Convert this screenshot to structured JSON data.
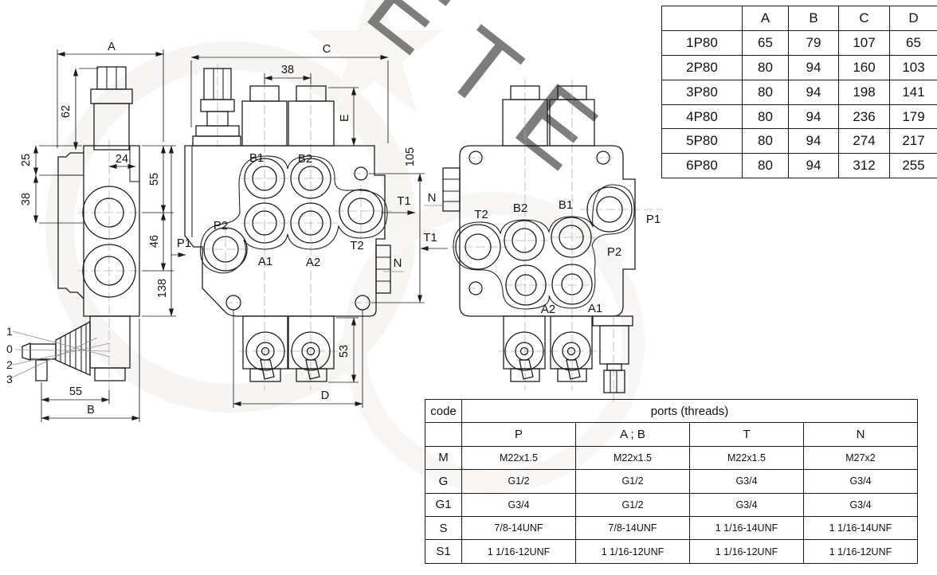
{
  "watermark": {
    "text": "ETE"
  },
  "size_table": {
    "col_headers": [
      "A",
      "B",
      "C",
      "D"
    ],
    "rows": [
      {
        "model": "1P80",
        "a": "65",
        "b": "79",
        "c": "107",
        "d": "65"
      },
      {
        "model": "2P80",
        "a": "80",
        "b": "94",
        "c": "160",
        "d": "103"
      },
      {
        "model": "3P80",
        "a": "80",
        "b": "94",
        "c": "198",
        "d": "141"
      },
      {
        "model": "4P80",
        "a": "80",
        "b": "94",
        "c": "236",
        "d": "179"
      },
      {
        "model": "5P80",
        "a": "80",
        "b": "94",
        "c": "274",
        "d": "217"
      },
      {
        "model": "6P80",
        "a": "80",
        "b": "94",
        "c": "312",
        "d": "255"
      }
    ]
  },
  "ports_table": {
    "code_header": "code",
    "title": "ports (threads)",
    "col_headers": [
      "P",
      "A ; B",
      "T",
      "N"
    ],
    "rows": [
      {
        "code": "M",
        "p": "M22x1.5",
        "ab": "M22x1.5",
        "t": "M22x1.5",
        "n": "M27x2"
      },
      {
        "code": "G",
        "p": "G1/2",
        "ab": "G1/2",
        "t": "G3/4",
        "n": "G3/4"
      },
      {
        "code": "G1",
        "p": "G3/4",
        "ab": "G1/2",
        "t": "G3/4",
        "n": "G3/4"
      },
      {
        "code": "S",
        "p": "7/8-14UNF",
        "ab": "7/8-14UNF",
        "t": "1 1/16-14UNF",
        "n": "1 1/16-14UNF"
      },
      {
        "code": "S1",
        "p": "1 1/16-12UNF",
        "ab": "1 1/16-12UNF",
        "t": "1 1/16-12UNF",
        "n": "1 1/16-12UNF"
      }
    ]
  },
  "side_view": {
    "dims": {
      "a": "A",
      "h62": "62",
      "h25": "25",
      "h38": "38",
      "w24": "24",
      "h55": "55",
      "h46": "46",
      "h138": "138",
      "w55": "55",
      "b": "B"
    },
    "positions": {
      "p1": "1",
      "p0": "0",
      "p2": "2",
      "p3": "3"
    }
  },
  "front_view": {
    "dims": {
      "c": "C",
      "w38": "38",
      "e": "E",
      "v105": "105",
      "v53": "53",
      "d": "D"
    },
    "ports": {
      "b1": "B1",
      "b2": "B2",
      "p1": "P1",
      "p2": "P2",
      "a1": "A1",
      "a2": "A2",
      "t1": "T1",
      "t2": "T2",
      "n": "N"
    }
  },
  "back_view": {
    "ports": {
      "t2": "T2",
      "b2": "B2",
      "b1": "B1",
      "p1": "P1",
      "p2": "P2",
      "a2": "A2",
      "a1": "A1",
      "n": "N",
      "t1": "T1"
    }
  }
}
